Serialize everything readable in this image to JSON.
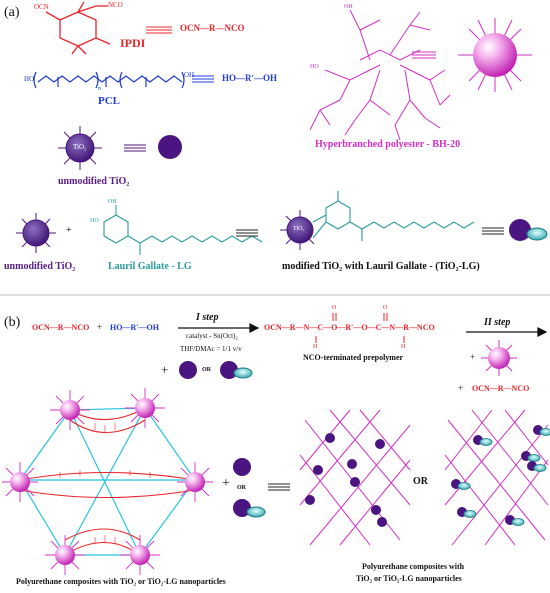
{
  "panel_a": {
    "label": "(a)",
    "ipdi": {
      "iso_top": "OCN",
      "iso_right": "NCO",
      "name": "IPDI",
      "formula": "OCN—R—NCO"
    },
    "pcl": {
      "ho": "HO",
      "oh": "OH",
      "n": "n",
      "name": "PCL",
      "formula": "HO—Rʹ—OH"
    },
    "hbp": {
      "name": "Hyperbranched polyester - BH-20",
      "oh": "OH",
      "ho": "HO"
    },
    "tio2_plain": {
      "core": "TiO₂",
      "name": "unmodified TiO₂"
    },
    "row4": {
      "tio2_name": "unmodified TiO₂",
      "plus": "+",
      "lg_name": "Lauril Gallate - LG",
      "lg_oh": "OH",
      "lg_ho": "HO",
      "mod_name": "modified TiO₂ with Lauril Gallate - (TiO₂-LG)",
      "core": "TiO₂"
    }
  },
  "panel_b": {
    "label": "(b)",
    "diisocyanate": "OCN—R—NCO",
    "plus": "+",
    "diol": "HO—Rʹ—OH",
    "step1": {
      "label": "I step",
      "catalyst": "catalyst - Sn(Oct)₂",
      "solvent": "THF/DMAc = 1/1 v/v"
    },
    "or": "OR",
    "prepolymer": {
      "formula": "OCN—R—N—C—O—Rʹ—O—C—N—R—NCO",
      "h1": "H",
      "h2": "H",
      "o1": "O",
      "o2": "O",
      "name": "NCO-terminated prepolymer"
    },
    "step2": {
      "label": "II step",
      "plus1": "+",
      "plus2": "+",
      "ncor": "OCN—R—NCO"
    },
    "network_caption": "Polyurethane composites with TiO₂ or TiO₂-LG nanoparticles",
    "or_small": "OR",
    "composite_caption_1": "Polyurethane composites with",
    "composite_caption_2": "TiO₂ or TiO₂-LG nanoparticles",
    "big_or": "OR"
  },
  "colors": {
    "red": "#e8242a",
    "blue": "#1f3bd6",
    "magenta": "#d12fc5",
    "purple": "#4a1580",
    "teal": "#2a9a9a",
    "cyan": "#27c5e0"
  }
}
